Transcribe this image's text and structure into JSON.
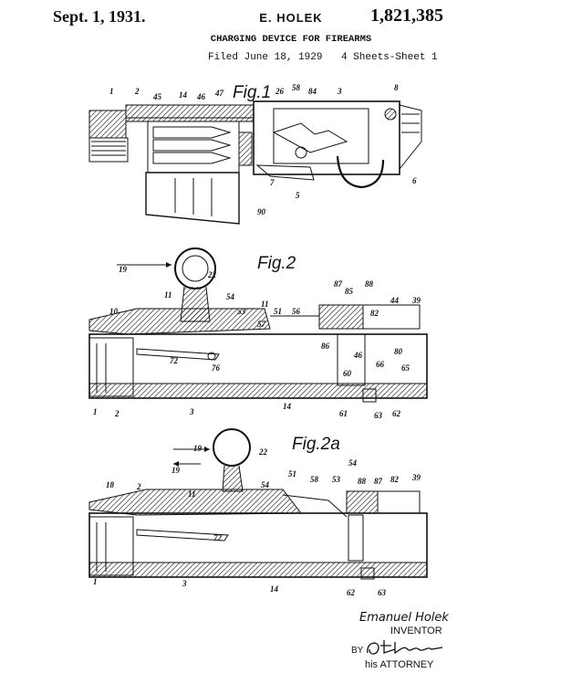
{
  "header": {
    "date": "Sept. 1, 1931.",
    "inventor": "E. HOLEK",
    "patent_number": "1,821,385",
    "title": "CHARGING DEVICE FOR FIREARMS",
    "filed": "Filed June 18, 1929",
    "sheets": "4 Sheets-Sheet 1"
  },
  "figures": {
    "fig1": {
      "label": "Fig.1",
      "refs": [
        "1",
        "2",
        "45",
        "14",
        "46",
        "47",
        "26",
        "58",
        "84",
        "3",
        "8",
        "7",
        "5",
        "6",
        "90"
      ]
    },
    "fig2": {
      "label": "Fig.2",
      "refs": [
        "19",
        "22",
        "11",
        "54",
        "11",
        "10",
        "53",
        "57",
        "51",
        "56",
        "87",
        "85",
        "88",
        "44",
        "39",
        "86",
        "82",
        "46",
        "80",
        "72",
        "76",
        "66",
        "60",
        "65",
        "1",
        "2",
        "3",
        "14",
        "61",
        "63",
        "62"
      ]
    },
    "fig2a": {
      "label": "Fig.2a",
      "refs": [
        "19",
        "22",
        "18",
        "2",
        "11",
        "54",
        "51",
        "58",
        "53",
        "54",
        "88",
        "82",
        "39",
        "87",
        "72",
        "1",
        "3",
        "14",
        "62",
        "63"
      ]
    }
  },
  "signatures": {
    "inventor_name": "Emanuel Holek",
    "inventor_label": "INVENTOR",
    "by": "BY",
    "attorney_signature": "Otto Munk",
    "attorney_label": "his ATTORNEY"
  }
}
